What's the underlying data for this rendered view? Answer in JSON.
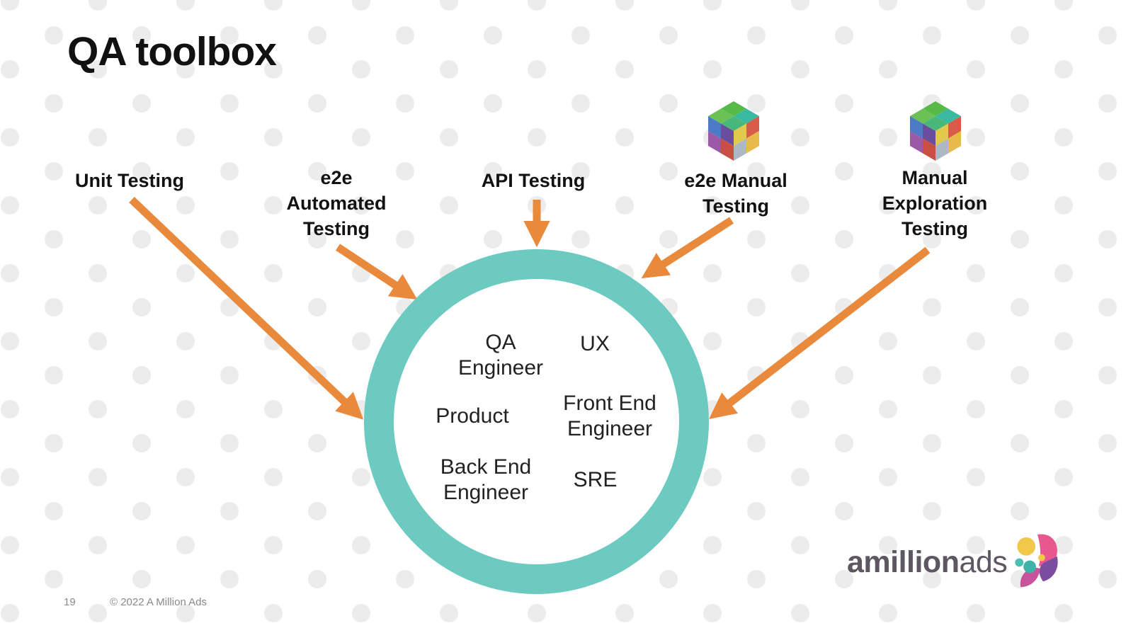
{
  "slide": {
    "title": "QA toolbox",
    "page_number": "19",
    "copyright": "© 2022 A Million Ads"
  },
  "tools": [
    {
      "label": "Unit Testing",
      "icon": "none"
    },
    {
      "label": "e2e\nAutomated\nTesting",
      "icon": "none"
    },
    {
      "label": "API Testing",
      "icon": "none"
    },
    {
      "label": "e2e Manual\nTesting",
      "icon": "cube-hex-icon"
    },
    {
      "label": "Manual\nExploration\nTesting",
      "icon": "cube-hex-icon"
    }
  ],
  "circle_roles": [
    "QA\nEngineer",
    "UX",
    "Product",
    "Front End\nEngineer",
    "Back End\nEngineer",
    "SRE"
  ],
  "brand": {
    "name_bold": "amillion",
    "name_light": "ads"
  },
  "colors": {
    "arrow_orange": "#E8893C",
    "circle_teal": "#6CCAC1",
    "dot_gray": "#ECECEC",
    "text_dark": "#111111",
    "brand_gray": "#5E5663"
  }
}
